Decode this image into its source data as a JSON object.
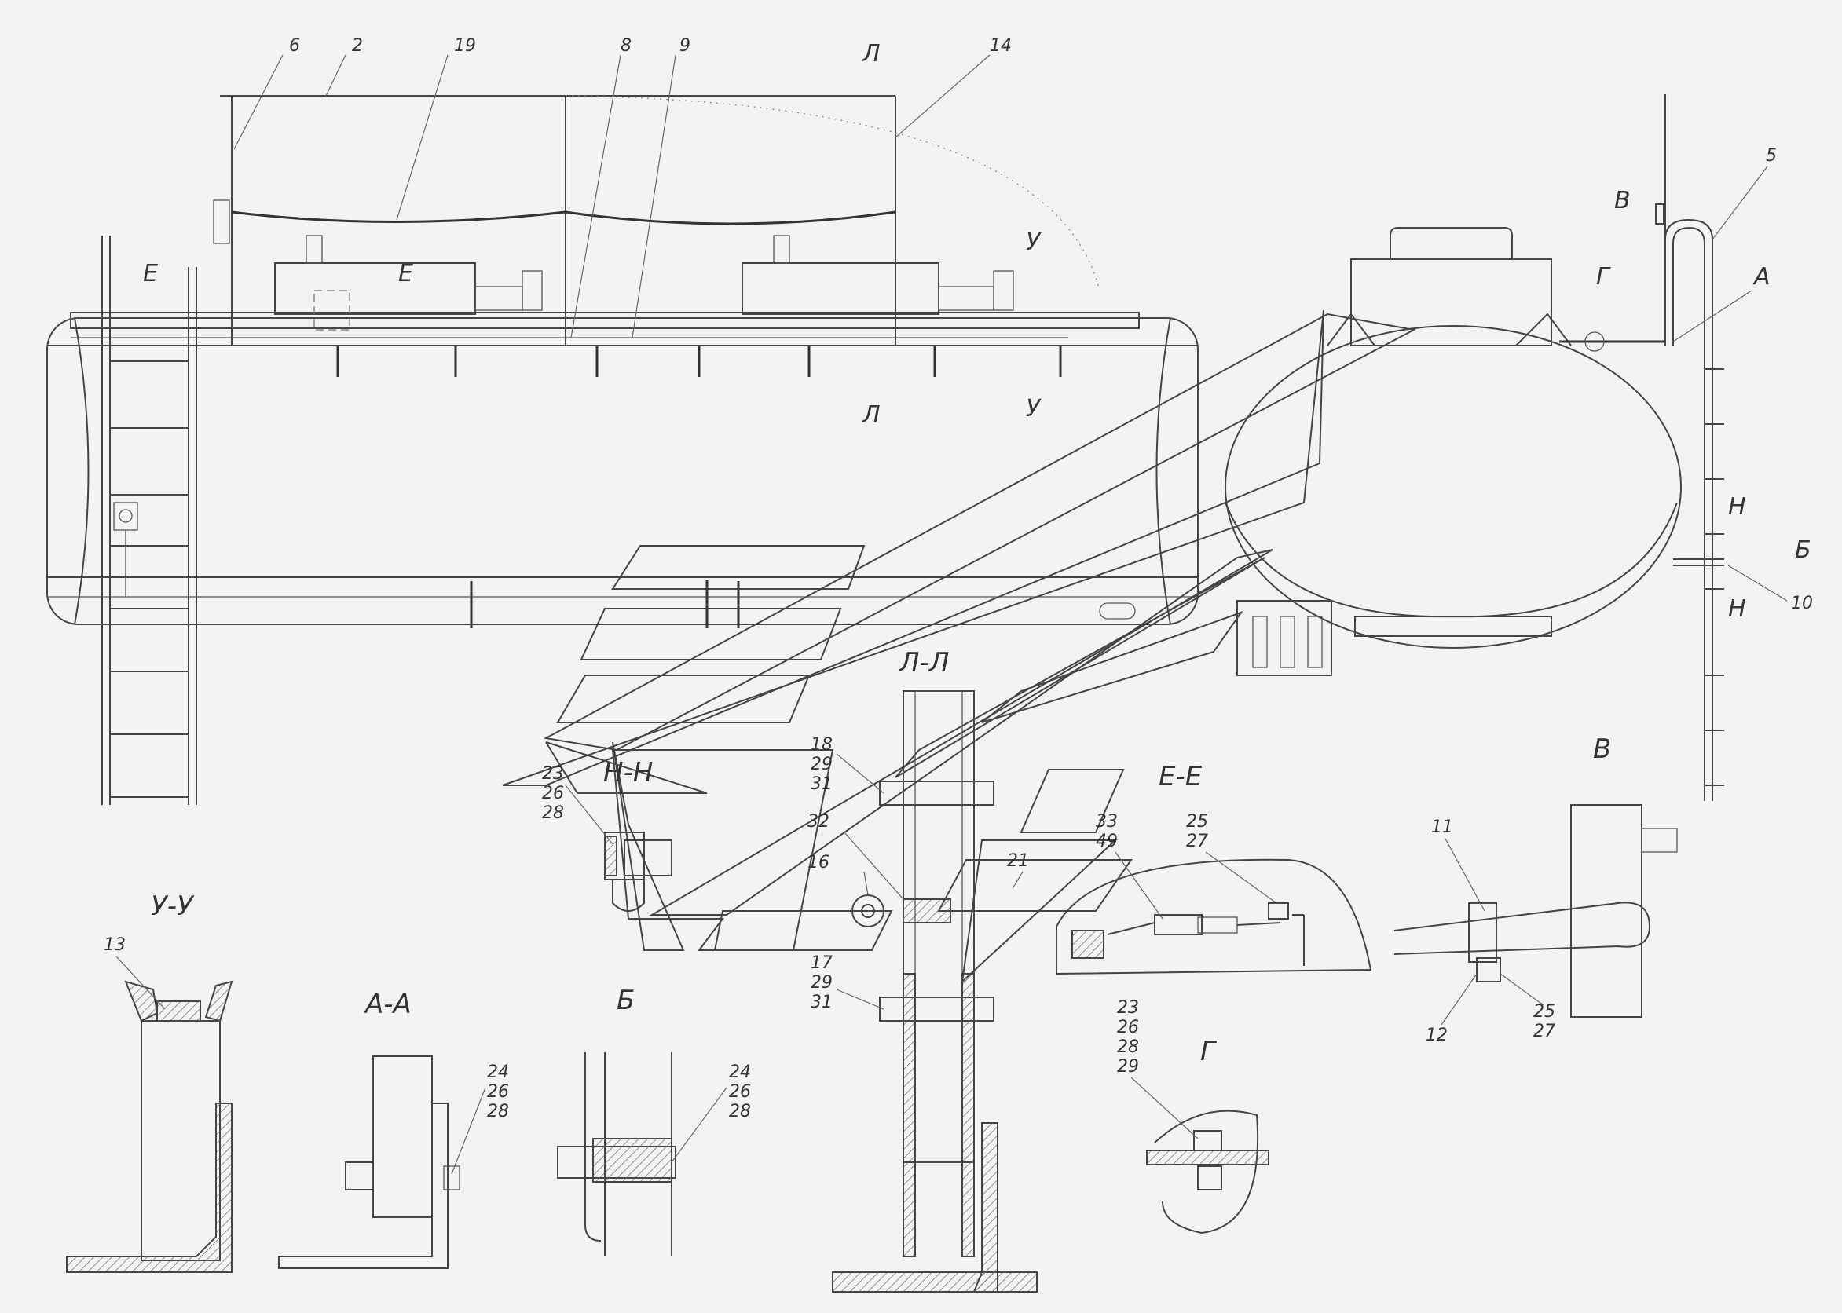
{
  "callouts": {
    "c6": "6",
    "c2": "2",
    "c19": "19",
    "c8": "8",
    "c9": "9",
    "c14": "14",
    "c5": "5",
    "cA": "А",
    "cG": "Г",
    "cV": "В",
    "cN1": "Н",
    "cN2": "Н",
    "cB": "Б",
    "c10": "10",
    "cE1": "Е",
    "cE2": "Е",
    "cL1": "Л",
    "cL2": "Л",
    "cU1": "У",
    "cU2": "У",
    "n18_1": "18",
    "n29_1": "29",
    "n31_1": "31",
    "n32": "32",
    "n16": "16",
    "n17": "17",
    "n29_2": "29",
    "n31_2": "31",
    "n23_nn": "23",
    "n26_nn": "26",
    "n28_nn": "28",
    "n33": "33",
    "n49": "49",
    "n25_ee": "25",
    "n27_ee": "27",
    "n21": "21",
    "n11": "11",
    "n12": "12",
    "n25_v": "25",
    "n27_v": "27",
    "n13": "13",
    "n24_aa": "24",
    "n26_aa": "26",
    "n28_aa": "28",
    "n24_b": "24",
    "n26_b": "26",
    "n28_b": "28",
    "n23_g": "23",
    "n26_g": "26",
    "n28_g": "28",
    "n29_g": "29"
  },
  "sections": {
    "ll": "Л-Л",
    "nn": "Н-Н",
    "ee": "Е-Е",
    "v": "В",
    "uu": "У-У",
    "aa": "А-А",
    "b": "Б",
    "g": "Г"
  }
}
